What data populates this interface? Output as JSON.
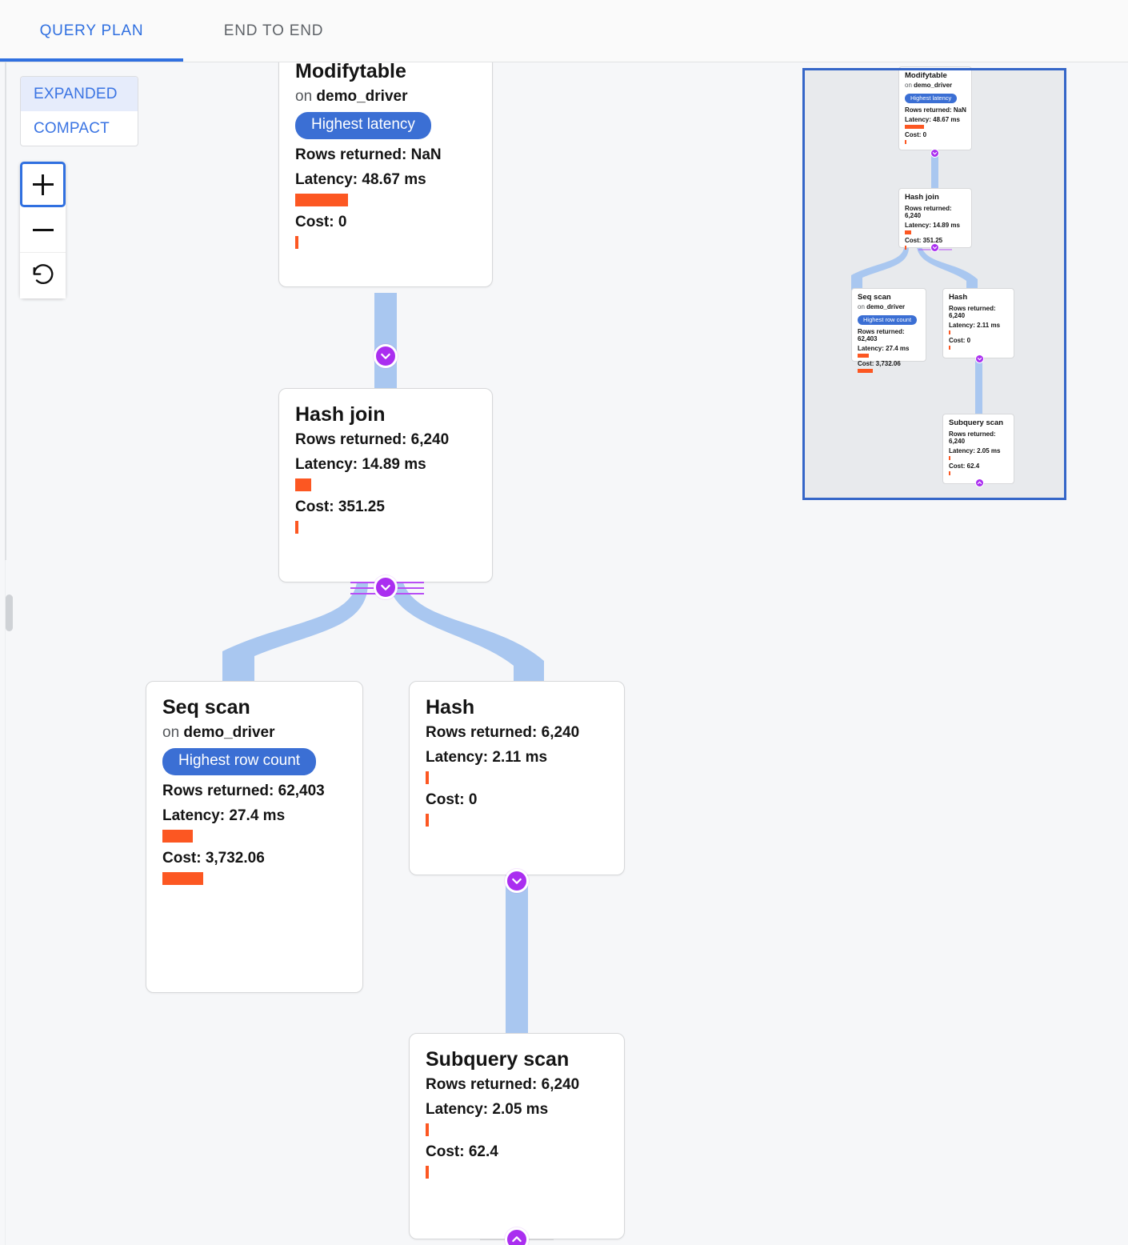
{
  "tabs": [
    {
      "label": "QUERY PLAN",
      "active": true
    },
    {
      "label": "END TO END",
      "active": false
    }
  ],
  "view_modes": [
    {
      "label": "EXPANDED",
      "active": true
    },
    {
      "label": "COMPACT",
      "active": false
    }
  ],
  "zoom_controls": [
    {
      "name": "zoom-in-button",
      "glyph": "+"
    },
    {
      "name": "zoom-out-button",
      "glyph": "−"
    },
    {
      "name": "reset-zoom-button",
      "glyph": "↺"
    }
  ],
  "colors": {
    "accent_blue": "#3070e0",
    "badge_blue": "#3b6fd4",
    "bar_orange": "#fc5722",
    "edge_blue": "#a9c7f0",
    "chevron_purple": "#aa2ef0",
    "canvas_bg": "#f6f7f9",
    "minimap_bg": "#e8eaed",
    "minimap_border": "#3566c8"
  },
  "nodes": {
    "modifytable": {
      "title": "Modifytable",
      "on_prefix": "on ",
      "relation": "demo_driver",
      "badge": "Highest latency",
      "rows_label": "Rows returned: NaN",
      "latency_label": "Latency: 48.67 ms",
      "cost_label": "Cost: 0"
    },
    "hash_join": {
      "title": "Hash join",
      "rows_label": "Rows returned: 6,240",
      "latency_label": "Latency: 14.89 ms",
      "cost_label": "Cost: 351.25"
    },
    "seq_scan": {
      "title": "Seq scan",
      "on_prefix": "on ",
      "relation": "demo_driver",
      "badge": "Highest row count",
      "rows_label": "Rows returned: 62,403",
      "latency_label": "Latency: 27.4 ms",
      "cost_label": "Cost: 3,732.06"
    },
    "hash": {
      "title": "Hash",
      "rows_label": "Rows returned: 6,240",
      "latency_label": "Latency: 2.11 ms",
      "cost_label": "Cost: 0"
    },
    "subquery_scan": {
      "title": "Subquery scan",
      "rows_label": "Rows returned: 6,240",
      "latency_label": "Latency: 2.05 ms",
      "cost_label": "Cost: 62.4"
    }
  },
  "chart_data": {
    "type": "diagram",
    "title": "Query Plan",
    "plan_tree": [
      {
        "id": "modifytable",
        "operation": "Modifytable",
        "relation": "demo_driver",
        "badge": "Highest latency",
        "rows_returned": "NaN",
        "latency_ms": 48.67,
        "cost": 0,
        "children": [
          "hash_join"
        ]
      },
      {
        "id": "hash_join",
        "operation": "Hash join",
        "relation": null,
        "badge": null,
        "rows_returned": 6240,
        "latency_ms": 14.89,
        "cost": 351.25,
        "children": [
          "seq_scan",
          "hash"
        ]
      },
      {
        "id": "seq_scan",
        "operation": "Seq scan",
        "relation": "demo_driver",
        "badge": "Highest row count",
        "rows_returned": 62403,
        "latency_ms": 27.4,
        "cost": 3732.06,
        "children": []
      },
      {
        "id": "hash",
        "operation": "Hash",
        "relation": null,
        "badge": null,
        "rows_returned": 6240,
        "latency_ms": 2.11,
        "cost": 0,
        "children": [
          "subquery_scan"
        ]
      },
      {
        "id": "subquery_scan",
        "operation": "Subquery scan",
        "relation": null,
        "badge": null,
        "rows_returned": 6240,
        "latency_ms": 2.05,
        "cost": 62.4,
        "children": []
      }
    ],
    "metrics": [
      "Rows returned",
      "Latency",
      "Cost"
    ],
    "latency_max_ms": 48.67,
    "cost_max": 3732.06
  }
}
